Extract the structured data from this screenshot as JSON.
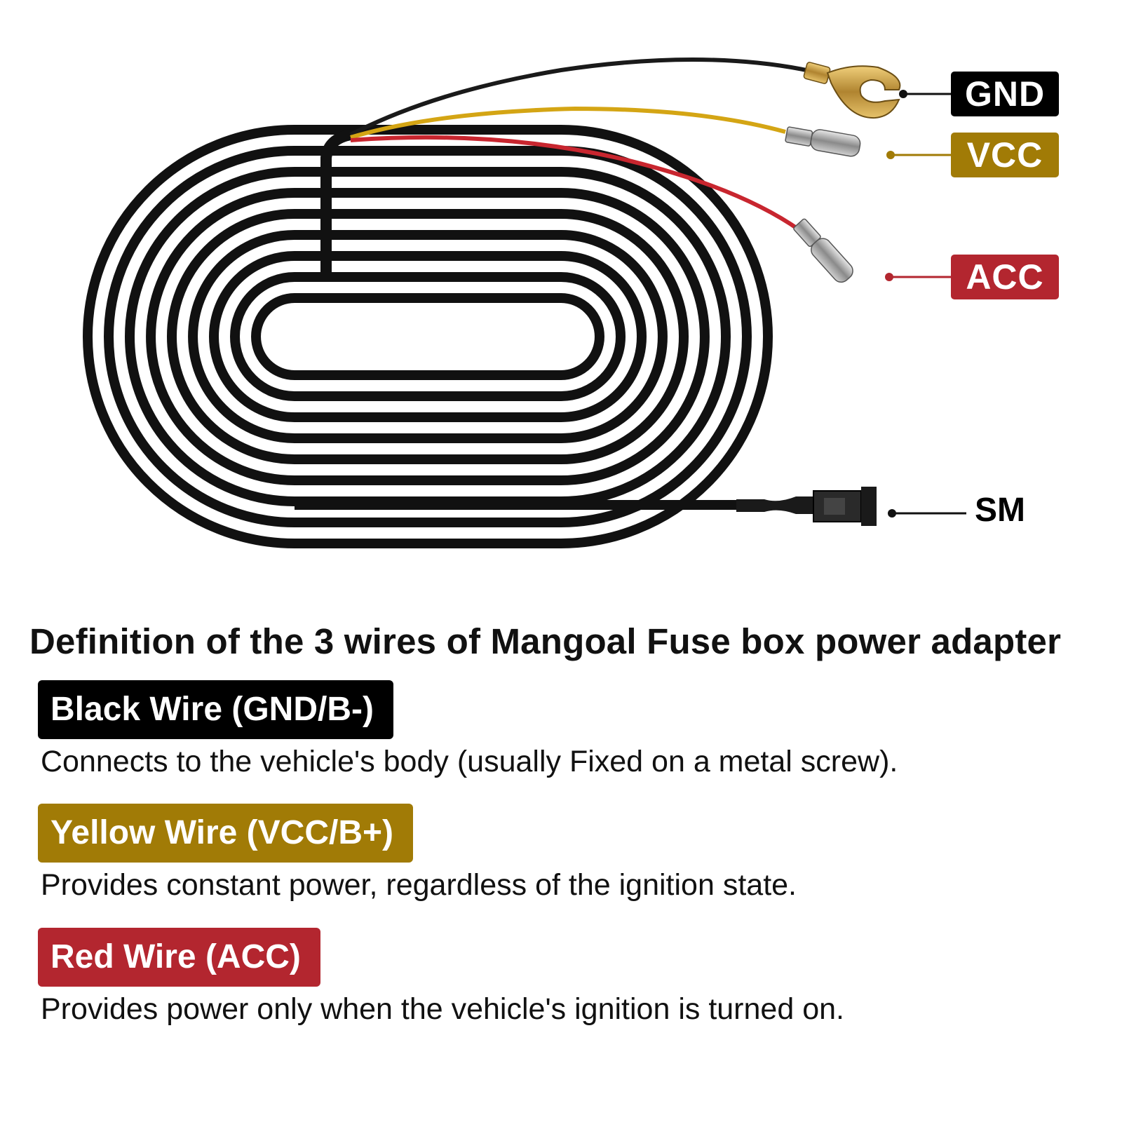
{
  "colors": {
    "black": "#000000",
    "yellow": "#a17b06",
    "red": "#b3262f",
    "wire_yellow": "#d4a514",
    "wire_red": "#c8262f"
  },
  "terminals": {
    "gnd": "GND",
    "vcc": "VCC",
    "acc": "ACC",
    "sm": "SM"
  },
  "title": "Definition of the 3 wires of Mangoal Fuse box power adapter",
  "wires": [
    {
      "label": "Black Wire (GND/B-)",
      "description": "Connects to the vehicle's body (usually Fixed on a metal screw)."
    },
    {
      "label": "Yellow Wire (VCC/B+)",
      "description": "Provides constant power, regardless of the ignition state."
    },
    {
      "label": "Red Wire (ACC)",
      "description": "Provides power only when the vehicle's ignition is turned on."
    }
  ]
}
